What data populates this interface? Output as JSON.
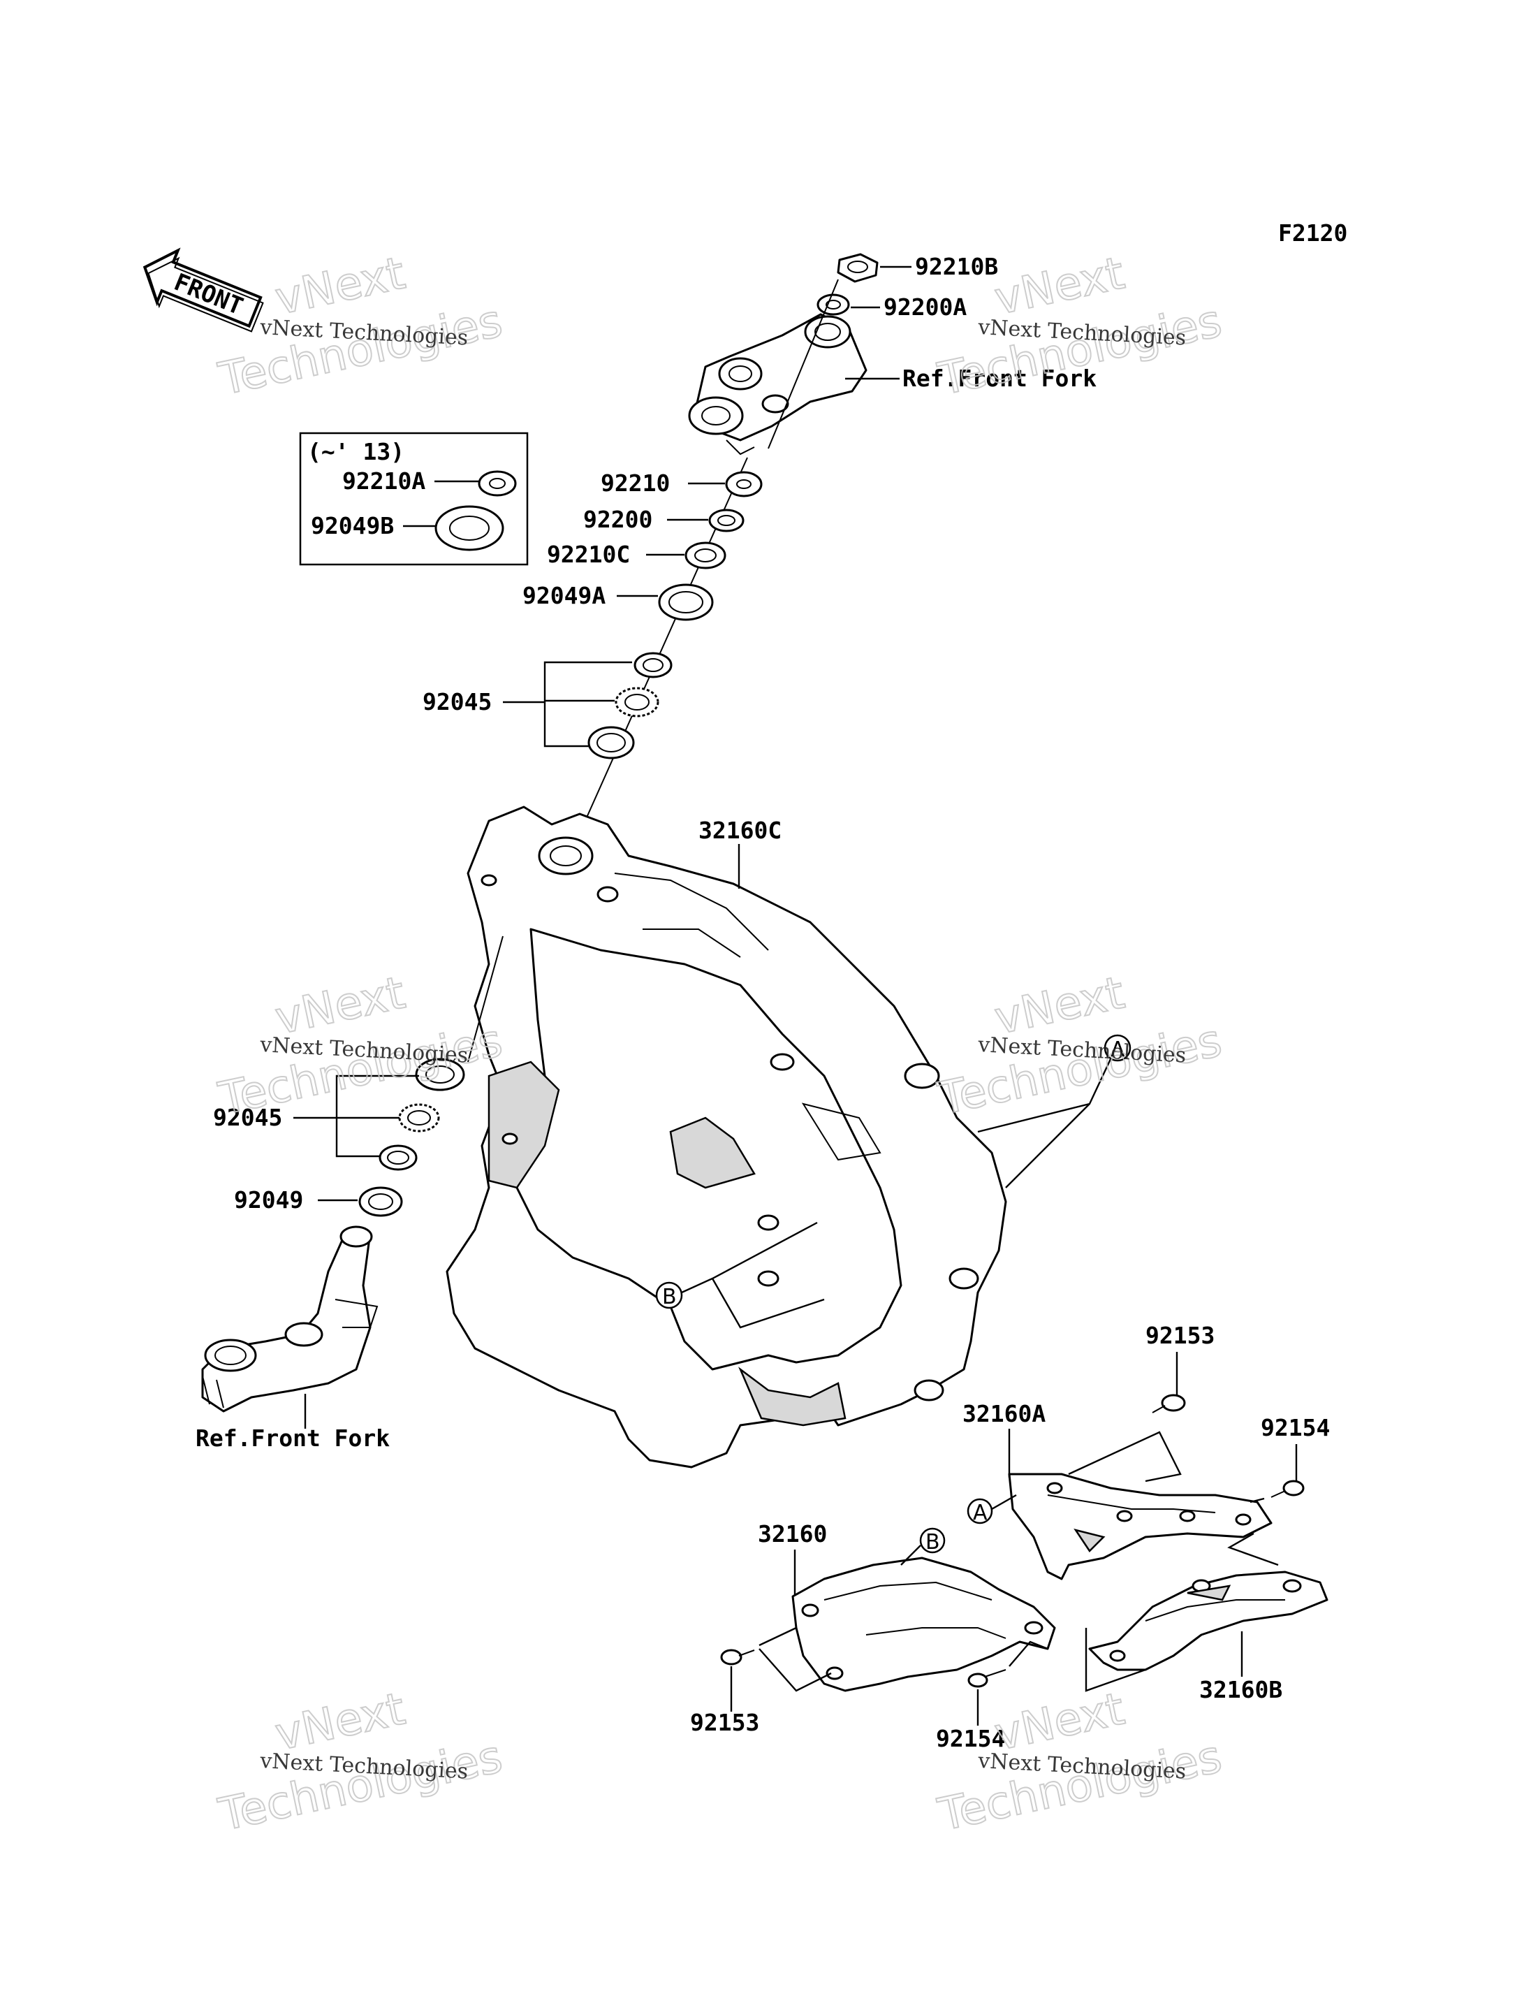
{
  "diagram_code": "F2120",
  "front_arrow": {
    "label": "FRONT",
    "icon": "front-direction-arrow-icon"
  },
  "year_box": {
    "title": "(~' 13)",
    "parts": [
      "92210A",
      "92049B"
    ]
  },
  "labels": {
    "p92210B": "92210B",
    "p92200A": "92200A",
    "ref_front_fork_top": "Ref.Front Fork",
    "p92210": "92210",
    "p92200": "92200",
    "p92210C": "92210C",
    "p92049A": "92049A",
    "p92045_upper": "92045",
    "p32160C": "32160C",
    "p92045_lower": "92045",
    "p92049": "92049",
    "ref_front_fork_bottom": "Ref.Front Fork",
    "p92153_right": "92153",
    "p32160A": "32160A",
    "p92154_right": "92154",
    "p32160": "32160",
    "p92153_bottom": "92153",
    "p92154_bottom": "92154",
    "p32160B": "32160B"
  },
  "markers": {
    "a_upper": "A",
    "a_lower": "A",
    "b_upper": "B",
    "b_lower": "B"
  },
  "watermark": {
    "line1": "vNext Technologies",
    "line2a": "vNext",
    "line2b": "Technologies"
  }
}
